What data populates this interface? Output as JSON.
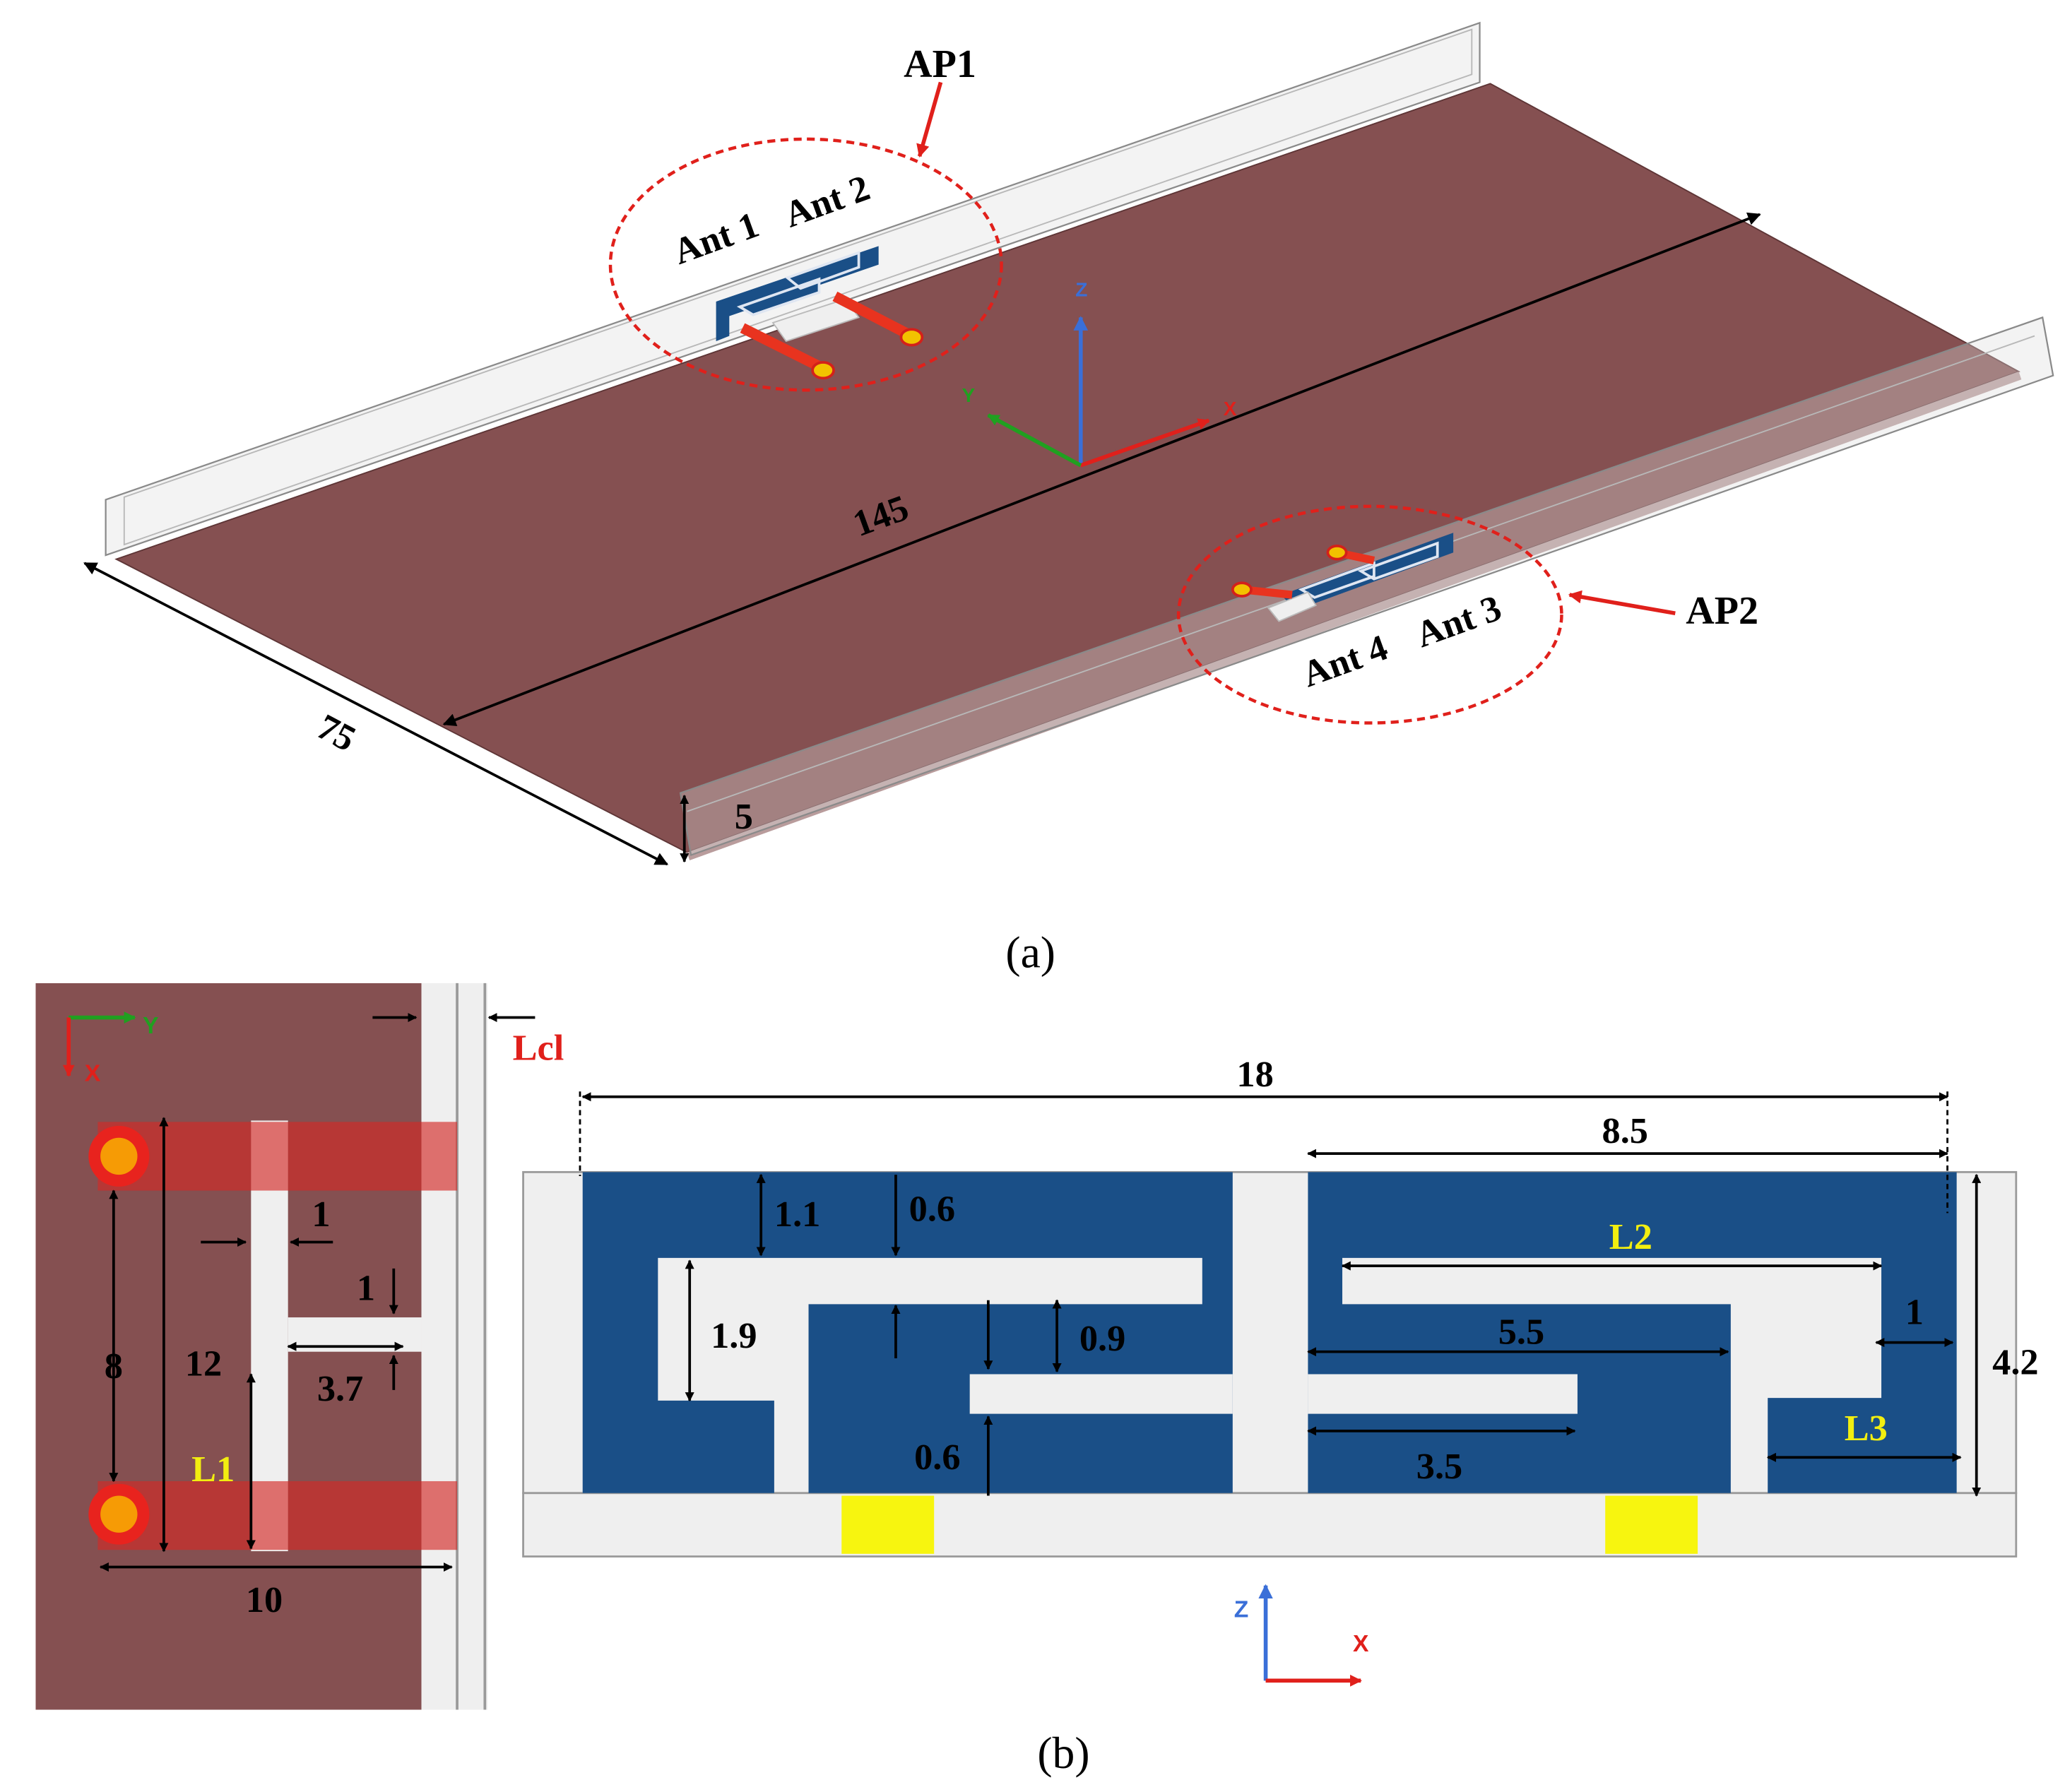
{
  "panel_a": {
    "caption": "(a)",
    "callout_top": "AP1",
    "callout_bottom": "AP2",
    "group_top_ant1": "Ant 1",
    "group_top_ant2": "Ant 2",
    "group_bottom_ant4": "Ant 4",
    "group_bottom_ant3": "Ant 3",
    "dim_length": "145",
    "dim_width": "75",
    "dim_height": "5",
    "axis_z": "Z",
    "axis_x": "X",
    "axis_y": "Y"
  },
  "panel_b": {
    "caption": "(b)",
    "left": {
      "axis_y": "Y",
      "axis_x": "X",
      "lcl": "Lcl",
      "dim_1_horizontal": "1",
      "dim_1_vertical": "1",
      "dim_8": "8",
      "dim_12": "12",
      "dim_3_7": "3.7",
      "l1": "L1",
      "dim_10": "10"
    },
    "right": {
      "dim_18": "18",
      "dim_8_5": "8.5",
      "dim_1_1": "1.1",
      "dim_0_6_top": "0.6",
      "l2": "L2",
      "dim_1_9": "1.9",
      "dim_0_9": "0.9",
      "dim_5_5": "5.5",
      "dim_1": "1",
      "dim_4_2": "4.2",
      "dim_0_6_bottom": "0.6",
      "dim_3_5": "3.5",
      "l3": "L3",
      "axis_z": "Z",
      "axis_x": "X"
    }
  },
  "colors": {
    "board": "#855051",
    "antenna": "#1a4f87",
    "feed": "#e8331f",
    "callout": "#e0201b",
    "label_yellow": "#f2ee10",
    "port": "#f7f50f",
    "substrate": "#efefef"
  }
}
